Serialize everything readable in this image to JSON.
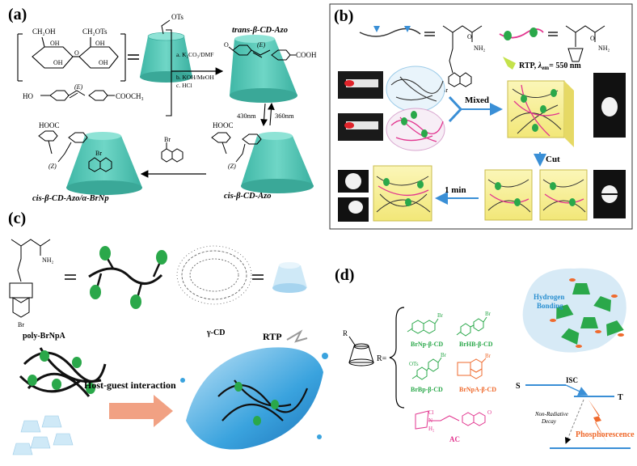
{
  "panels": {
    "a": {
      "label": "(a)",
      "reagents": [
        "a. K₂CO₃/DMF",
        "b. KOH/MeOH",
        "c. HCl"
      ],
      "trans_name": "trans-β-CD-Azo",
      "cis_name": "cis-β-CD-Azo",
      "complex_name": "cis-β-CD-Azo/α-BrNp",
      "wavelength_down": "430nm",
      "wavelength_up": "360nm",
      "chem_labels": {
        "ch2oh": "CH₂OH",
        "ch2ots": "CH₂OTs",
        "oh": "OH",
        "ots": "OTs",
        "ho": "HO",
        "cooch3": "COOCH₃",
        "cooh": "COOH",
        "hooc": "HOOC",
        "br": "Br",
        "e_isomer": "(E)",
        "z_isomer": "(Z)",
        "o": "O"
      }
    },
    "b": {
      "label": "(b)",
      "mixed": "Mixed",
      "rtp_prefix": "RTP, ",
      "lambda": "λ",
      "lambda_sub": "em",
      "lambda_value": "= 550 nm",
      "cut": "Cut",
      "time": "1 min",
      "chem_labels": {
        "nh2": "NH₂",
        "o": "O",
        "br": "Br"
      }
    },
    "c": {
      "label": "(c)",
      "polymer_name": "poly-BrNpA",
      "cd_name": "γ-CD",
      "interaction": "Host-guest interaction",
      "rtp": "RTP",
      "chem_labels": {
        "nh2": "NH₂",
        "br": "Br"
      }
    },
    "d": {
      "label": "(d)",
      "r_label": "R",
      "r_eq": "R=",
      "compounds": [
        "BrNp-β-CD",
        "BrHB-β-CD",
        "BrBp-β-CD",
        "BrNpA-β-CD"
      ],
      "ac_label": "AC",
      "hydrogen": "Hydrogen",
      "bonding": "Bonding",
      "s": "S",
      "isc": "ISC",
      "t": "T",
      "non_radiative": "Non-Radiative",
      "decay": "Decay",
      "phosphorescence": "Phosphorescence",
      "chem_labels": {
        "br": "Br",
        "ots": "OTs",
        "o": "O",
        "n": "N",
        "cl": "Cl",
        "h2": "H₂"
      }
    }
  },
  "colors": {
    "cd_teal": "#55c9b8",
    "cd_edge": "#2fa596",
    "green": "#2aa84a",
    "magenta": "#e2368f",
    "blue_arrow": "#3a8fd6",
    "orange": "#ef6a2d",
    "yellow": "#f6ef8e"
  }
}
